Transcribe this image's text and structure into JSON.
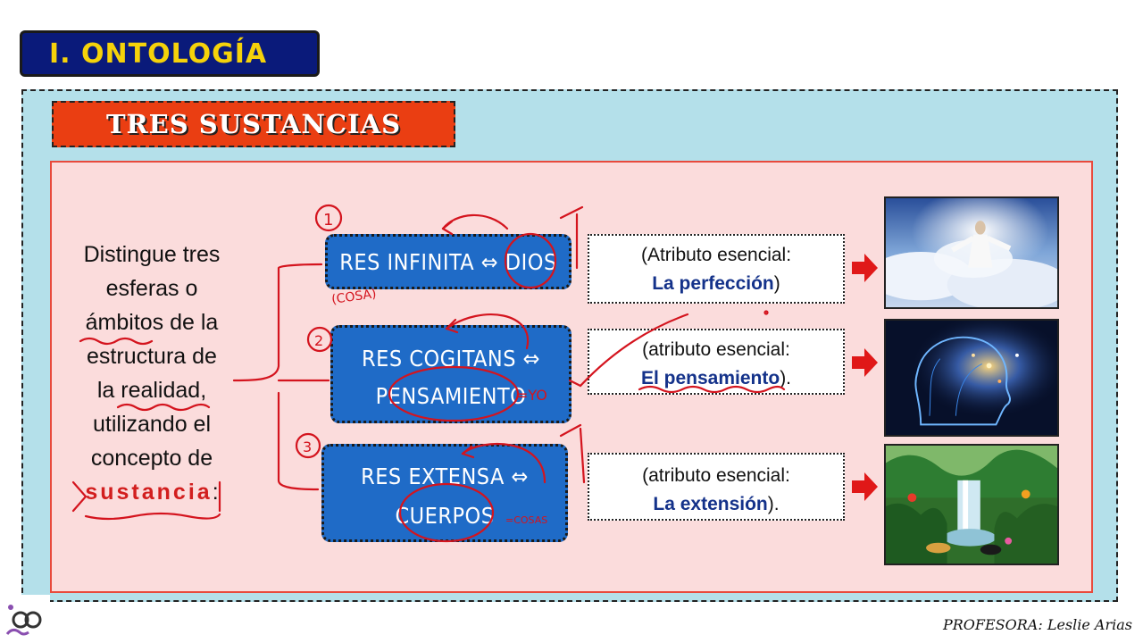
{
  "header": {
    "main_title": "I. ONTOLOGÍA",
    "section_title": "TRES SUSTANCIAS"
  },
  "intro": {
    "line1": "Distingue tres",
    "line2": "esferas o",
    "line3": "ámbitos de la",
    "line4": "estructura de",
    "line5": "la realidad,",
    "line6": "utilizando el",
    "line7": "concepto de",
    "keyword": "sustancia",
    "suffix": ":"
  },
  "substances": [
    {
      "res_line1": "RES INFINITA ⇔ DIOS",
      "res_line2": "",
      "attr_line1": "(Atributo esencial:",
      "attr_value": "La perfección",
      "attr_suffix": ")",
      "icon": "god-in-clouds-image"
    },
    {
      "res_line1": "RES COGITANS ⇔",
      "res_line2": "PENSAMIENTO",
      "attr_line1": "(atributo esencial:",
      "attr_value": "El pensamiento",
      "attr_suffix": ").",
      "icon": "digital-head-image"
    },
    {
      "res_line1": "RES EXTENSA ⇔",
      "res_line2": "CUERPOS",
      "attr_line1": "(atributo esencial:",
      "attr_value": "La extensión",
      "attr_suffix": ").",
      "icon": "jungle-nature-image"
    }
  ],
  "annotations": {
    "num1": "1",
    "num2": "2",
    "num3": "3",
    "cosa": "(COSA)",
    "yo": "=YO",
    "cosas": "=COSAS"
  },
  "footer": {
    "label": "PROFESORA:",
    "name": "Leslie Arias"
  },
  "colors": {
    "title_bg": "#0a1a7a",
    "title_text": "#f5d20a",
    "section_bg": "#ea3e12",
    "board_bg": "#b4e0ea",
    "panel_bg": "#fbdcdc",
    "res_bg": "#1f6bc7",
    "arrow": "#e01818",
    "ink": "#d4141e"
  }
}
